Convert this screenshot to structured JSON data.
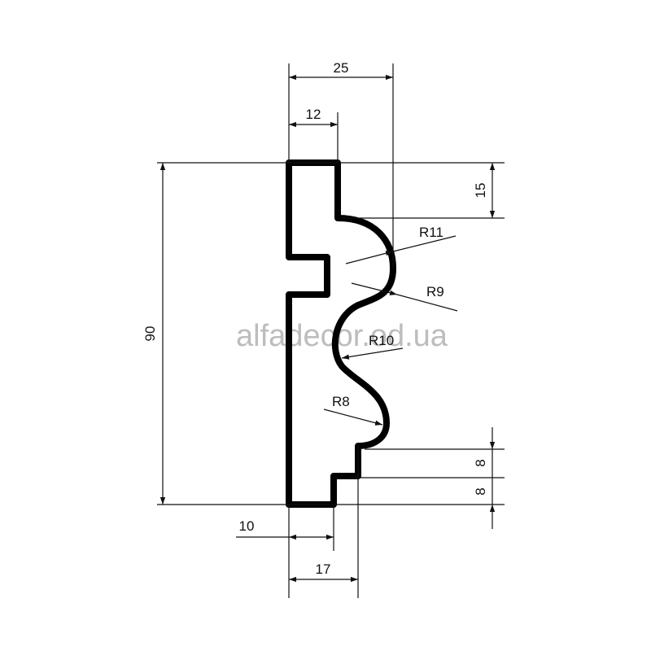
{
  "watermark": "alfadecor.od.ua",
  "dimensions": {
    "overall_height": "90",
    "overall_width": "25",
    "top_width": "12",
    "top_offset": "15",
    "bottom_step_upper": "8",
    "bottom_step_lower": "8",
    "bottom_width_inner": "10",
    "bottom_width_outer": "17"
  },
  "radii": {
    "r1": "R11",
    "r2": "R9",
    "r3": "R10",
    "r4": "R8"
  },
  "colors": {
    "profile": "#000000",
    "dimension_lines": "#111111",
    "watermark": "#bdbdbd"
  }
}
